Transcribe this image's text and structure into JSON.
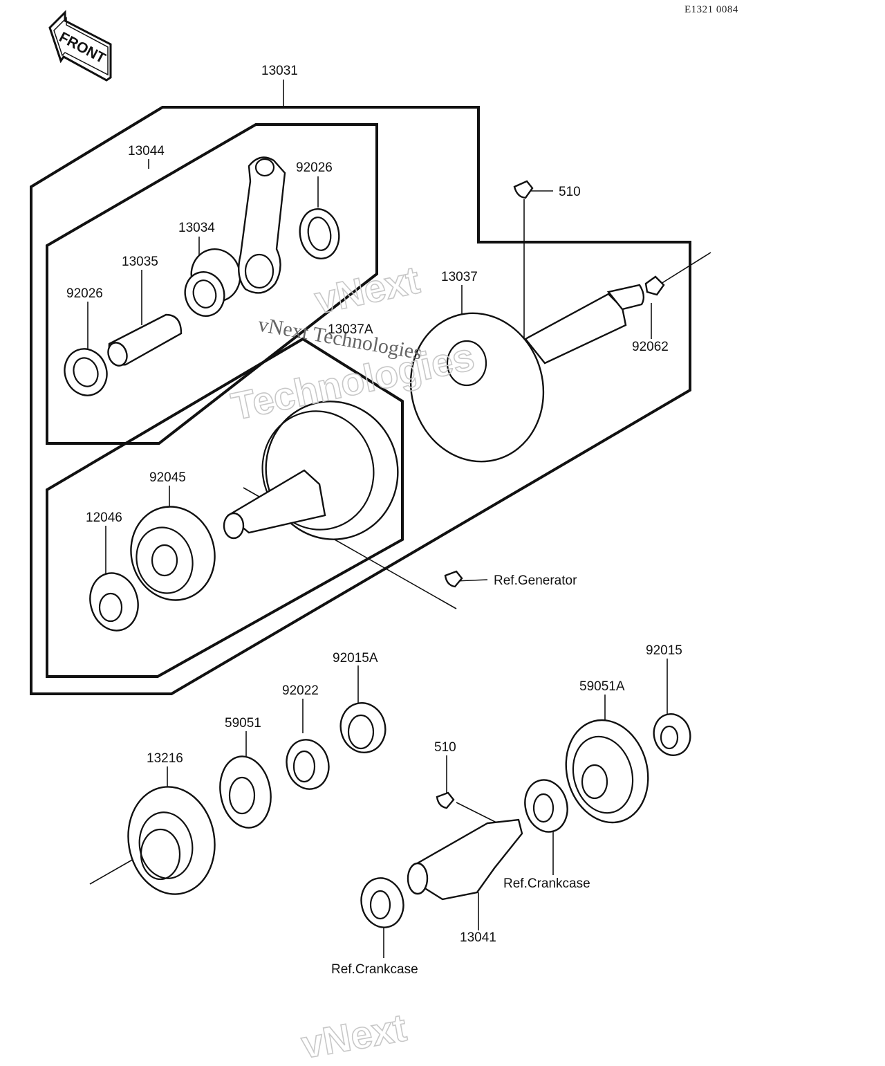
{
  "diagram": {
    "code": "E1321 0084",
    "front_label": "FRONT",
    "watermark": {
      "line1": "vNext",
      "line2": "Technologies",
      "inline": "vNext Technologies"
    },
    "labels": {
      "p13031": "13031",
      "p13044": "13044",
      "p92026_top": "92026",
      "p13034": "13034",
      "p13035": "13035",
      "p92026_left": "92026",
      "p510_top": "510",
      "p13037": "13037",
      "p13037A": "13037A",
      "p92062": "92062",
      "p92045": "92045",
      "p12046": "12046",
      "ref_generator": "Ref.Generator",
      "p92015A": "92015A",
      "p92015": "92015",
      "p92022": "92022",
      "p59051A": "59051A",
      "p59051": "59051",
      "p510_bottom": "510",
      "p13216": "13216",
      "ref_crankcase_right": "Ref.Crankcase",
      "p13041": "13041",
      "ref_crankcase_bottom": "Ref.Crankcase"
    }
  }
}
